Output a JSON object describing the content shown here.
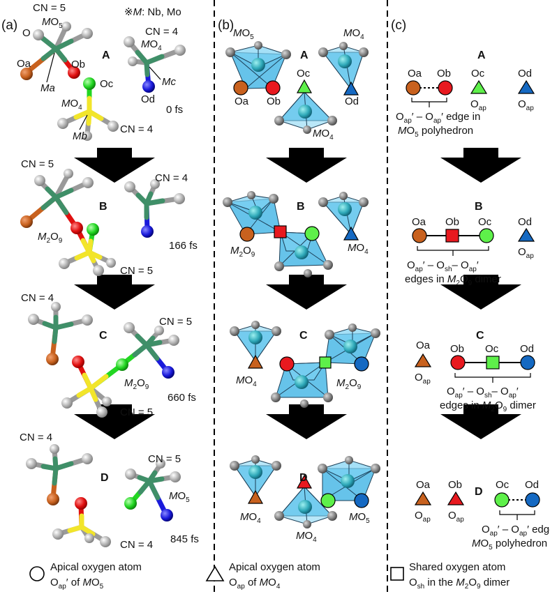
{
  "panels": {
    "a": "(a)",
    "b": "(b)",
    "c": "(c)"
  },
  "note": {
    "symbol": "※",
    "M": "M",
    "rest": ": Nb, Mo"
  },
  "states": [
    "A",
    "B",
    "C",
    "D"
  ],
  "panel_a": {
    "A": {
      "cn5": "CN = 5",
      "cn4_top": "CN = 4",
      "cn4_bottom": "CN = 4",
      "MO5_M": "M",
      "MO5_O": "O",
      "MO5_sub": "5",
      "MO4_M": "M",
      "MO4_O": "O",
      "MO4_sub": "4",
      "MO4b_M": "M",
      "MO4b_O": "O",
      "MO4b_sub": "4",
      "O": "O",
      "Oa": "Oa",
      "Ob": "Ob",
      "Oc": "Oc",
      "Od": "Od",
      "Ma": "Ma",
      "Mb": "Mb",
      "Mc": "Mc",
      "time": "0 fs"
    },
    "B": {
      "cn5": "CN = 5",
      "cn4": "CN = 4",
      "cn5_bottom": "CN = 5",
      "M2O9_M": "M",
      "M2O9_2": "2",
      "M2O9_O": "O",
      "M2O9_9": "9",
      "time": "166 fs"
    },
    "C": {
      "cn4": "CN = 4",
      "cn5": "CN = 5",
      "cn5_bottom": "CN = 5",
      "M2O9_M": "M",
      "M2O9_2": "2",
      "M2O9_O": "O",
      "M2O9_9": "9",
      "time": "660 fs"
    },
    "D": {
      "cn4": "CN = 4",
      "cn5": "CN = 5",
      "cn4_bottom": "CN = 4",
      "MO5_M": "M",
      "MO5_O": "O",
      "MO5_sub": "5",
      "time": "845 fs"
    }
  },
  "panel_b": {
    "A": {
      "MO5_M": "M",
      "MO5_O": "O",
      "MO5_sub": "5",
      "MO4_M": "M",
      "MO4_O": "O",
      "MO4_sub": "4",
      "MO4b_M": "M",
      "MO4b_O": "O",
      "MO4b_sub": "4",
      "Oa": "Oa",
      "Ob": "Ob",
      "Oc": "Oc",
      "Od": "Od"
    },
    "B": {
      "M2O9_M": "M",
      "M2O9_2": "2",
      "M2O9_O": "O",
      "M2O9_9": "9",
      "MO4_M": "M",
      "MO4_O": "O",
      "MO4_sub": "4"
    },
    "C": {
      "MO4_M": "M",
      "MO4_O": "O",
      "MO4_sub": "4",
      "M2O9_M": "M",
      "M2O9_2": "2",
      "M2O9_O": "O",
      "M2O9_9": "9"
    },
    "D": {
      "MO4_M": "M",
      "MO4_O": "O",
      "MO4_sub": "4",
      "MO5_M": "M",
      "MO5_O": "O",
      "MO5_sub": "5",
      "MO4b_M": "M",
      "MO4b_O": "O",
      "MO4b_sub": "4"
    }
  },
  "panel_c": {
    "A": {
      "Oa": "Oa",
      "Ob": "Ob",
      "Oc": "Oc",
      "Od": "Od",
      "Oap": "O",
      "ap": "ap",
      "edge_1a": "O",
      "edge_1b": "ap",
      "edge_1c": "′ – O",
      "edge_1d": "ap",
      "edge_1e": "′ edge in",
      "edge_2a": "M",
      "edge_2b": "O",
      "edge_2c": "5",
      "edge_2d": " polyhedron"
    },
    "B": {
      "Oa": "Oa",
      "Ob": "Ob",
      "Oc": "Oc",
      "Od": "Od",
      "Oap": "O",
      "ap": "ap",
      "e1": "O",
      "e2": "ap",
      "e3": "′ – O",
      "e4": "sh",
      "e5": "– O",
      "e6": "ap",
      "e7": "′",
      "e8": "edges in ",
      "e9": "M",
      "e10": "2",
      "e11": "O",
      "e12": "9",
      "e13": " dimer"
    },
    "C": {
      "Oa": "Oa",
      "Ob": "Ob",
      "Oc": "Oc",
      "Od": "Od",
      "Oap": "O",
      "ap": "ap",
      "e1": "O",
      "e2": "ap",
      "e3": "′ – O",
      "e4": "sh",
      "e5": "– O",
      "e6": "ap",
      "e7": "′",
      "e8": "edges in ",
      "e9": "M",
      "e10": "2",
      "e11": "O",
      "e12": "9",
      "e13": " dimer"
    },
    "D": {
      "Oa": "Oa",
      "Ob": "Ob",
      "Oc": "Oc",
      "Od": "Od",
      "Oap": "O",
      "ap": "ap",
      "edge_1a": "O",
      "edge_1b": "ap",
      "edge_1c": "′ – O",
      "edge_1d": "ap",
      "edge_1e": "′ edge in",
      "edge_2a": "M",
      "edge_2b": "O",
      "edge_2c": "5",
      "edge_2d": " polyhedron"
    }
  },
  "legend": {
    "circle_line1": "Apical oxygen atom",
    "circle_line2a": "O",
    "circle_line2b": "ap",
    "circle_line2c": "′ of ",
    "circle_line2d": "M",
    "circle_line2e": "O",
    "circle_line2f": "5",
    "triangle_line1": "Apical oxygen atom",
    "triangle_line2a": "O",
    "triangle_line2b": "ap",
    "triangle_line2c": " of ",
    "triangle_line2d": "M",
    "triangle_line2e": "O",
    "triangle_line2f": "4",
    "square_line1": "Shared oxygen atom",
    "square_line2a": "O",
    "square_line2b": "sh",
    "square_line2c": " in the ",
    "square_line2d": "M",
    "square_line2e": "2",
    "square_line2f": "O",
    "square_line2g": "9",
    "square_line2h": " dimer"
  },
  "colors": {
    "Oa": "#c8611e",
    "Ob": "#e8191f",
    "Oc": "#5ef04a",
    "Od": "#1569c2",
    "M_atom": "#3f8f68",
    "O_grey": "#c8c8c8",
    "polyhedron": "#4bb8e6",
    "arrow": "#000000",
    "yellow_bond": "#f2e52a",
    "blue_atom": "#1a1adb",
    "green_atom": "#22d622",
    "red_atom": "#e01010"
  }
}
